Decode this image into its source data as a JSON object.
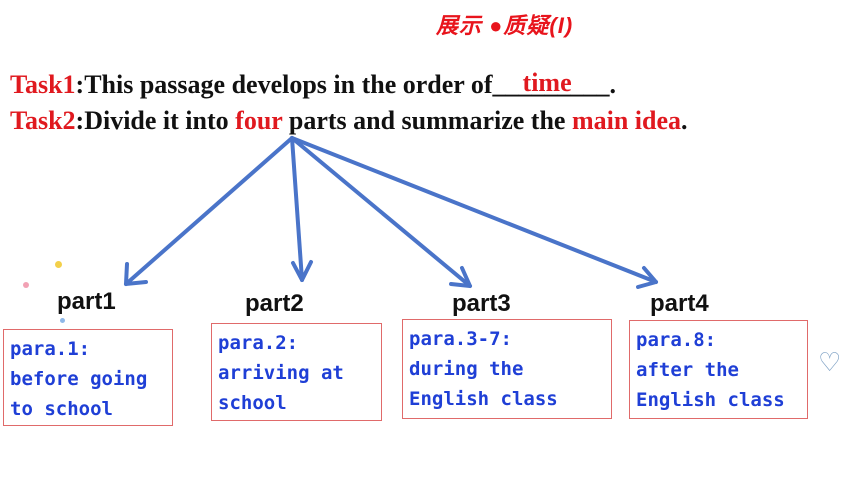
{
  "header": {
    "title": "展示 ●质疑(I)"
  },
  "task1": {
    "label": "Task1",
    "text": ":This passage develops in the order of",
    "blank": "_________",
    "answer": "time",
    "end": "."
  },
  "task2": {
    "label": "Task2",
    "text_a": ":Divide it into ",
    "highlight_a": "four",
    "text_b": " parts and summarize the ",
    "highlight_b": "main idea",
    "end": "."
  },
  "parts": [
    {
      "label": "part1",
      "lines": [
        "para.1:",
        "before going",
        "to school"
      ]
    },
    {
      "label": "part2",
      "lines": [
        "para.2:",
        "arriving at",
        "school"
      ]
    },
    {
      "label": "part3",
      "lines": [
        "para.3-7:",
        "during the",
        "English class"
      ]
    },
    {
      "label": "part4",
      "lines": [
        "para.8:",
        "after the",
        "English class"
      ]
    }
  ],
  "colors": {
    "accent_red": "#e0191f",
    "arrow_blue": "#4a74c9",
    "box_text_blue": "#1f3fd6",
    "box_border": "#e06a6a"
  },
  "decor": {
    "heart_icon": "♡"
  }
}
